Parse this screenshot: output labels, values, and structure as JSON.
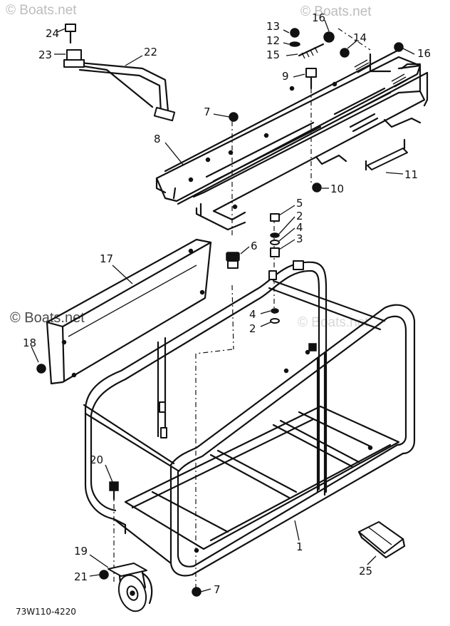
{
  "watermarks": {
    "top_left": "© Boats.net",
    "top_right": "© Boats.net",
    "middle_left": "© Boats.net",
    "middle_right": "© Boats.net"
  },
  "callouts": {
    "p1": "1",
    "p2a": "2",
    "p2b": "2",
    "p3": "3",
    "p4a": "4",
    "p4b": "4",
    "p5": "5",
    "p6": "6",
    "p7a": "7",
    "p7b": "7",
    "p8": "8",
    "p9": "9",
    "p10": "10",
    "p11": "11",
    "p12": "12",
    "p13": "13",
    "p14": "14",
    "p15": "15",
    "p16a": "16",
    "p16b": "16",
    "p17": "17",
    "p18": "18",
    "p19": "19",
    "p20": "20",
    "p21": "21",
    "p22": "22",
    "p23": "23",
    "p24": "24",
    "p25": "25"
  },
  "diagram_code": "73W110-4220"
}
